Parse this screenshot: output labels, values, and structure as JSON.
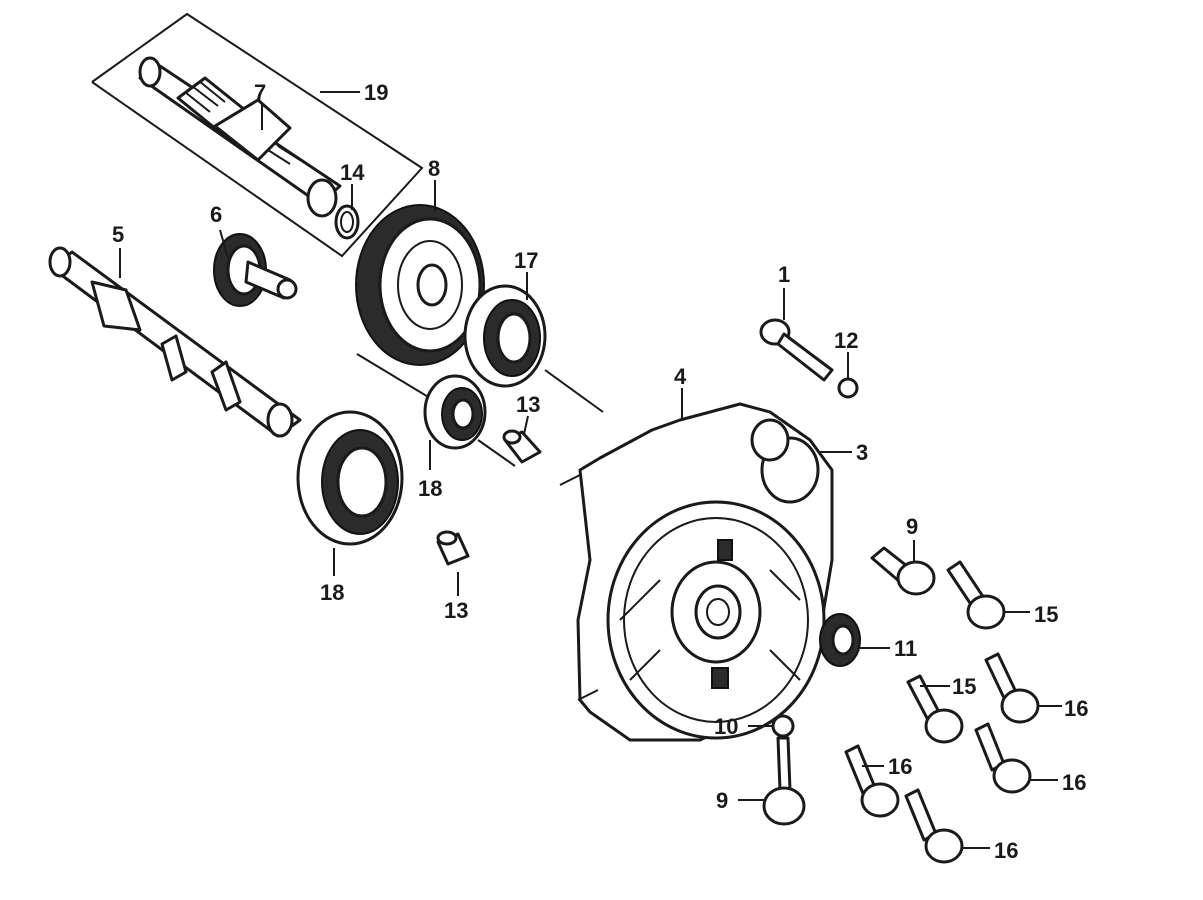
{
  "callouts": {
    "c1": "1",
    "c3": "3",
    "c4": "4",
    "c5": "5",
    "c6": "6",
    "c7": "7",
    "c8": "8",
    "c9a": "9",
    "c9b": "9",
    "c10": "10",
    "c11": "11",
    "c12": "12",
    "c13a": "13",
    "c13b": "13",
    "c14": "14",
    "c15a": "15",
    "c15b": "15",
    "c16a": "16",
    "c16b": "16",
    "c16c": "16",
    "c16d": "16",
    "c17": "17",
    "c18a": "18",
    "c18b": "18",
    "c19": "19"
  },
  "colors": {
    "ink": "#1a1a1a",
    "paper": "#ffffff"
  }
}
